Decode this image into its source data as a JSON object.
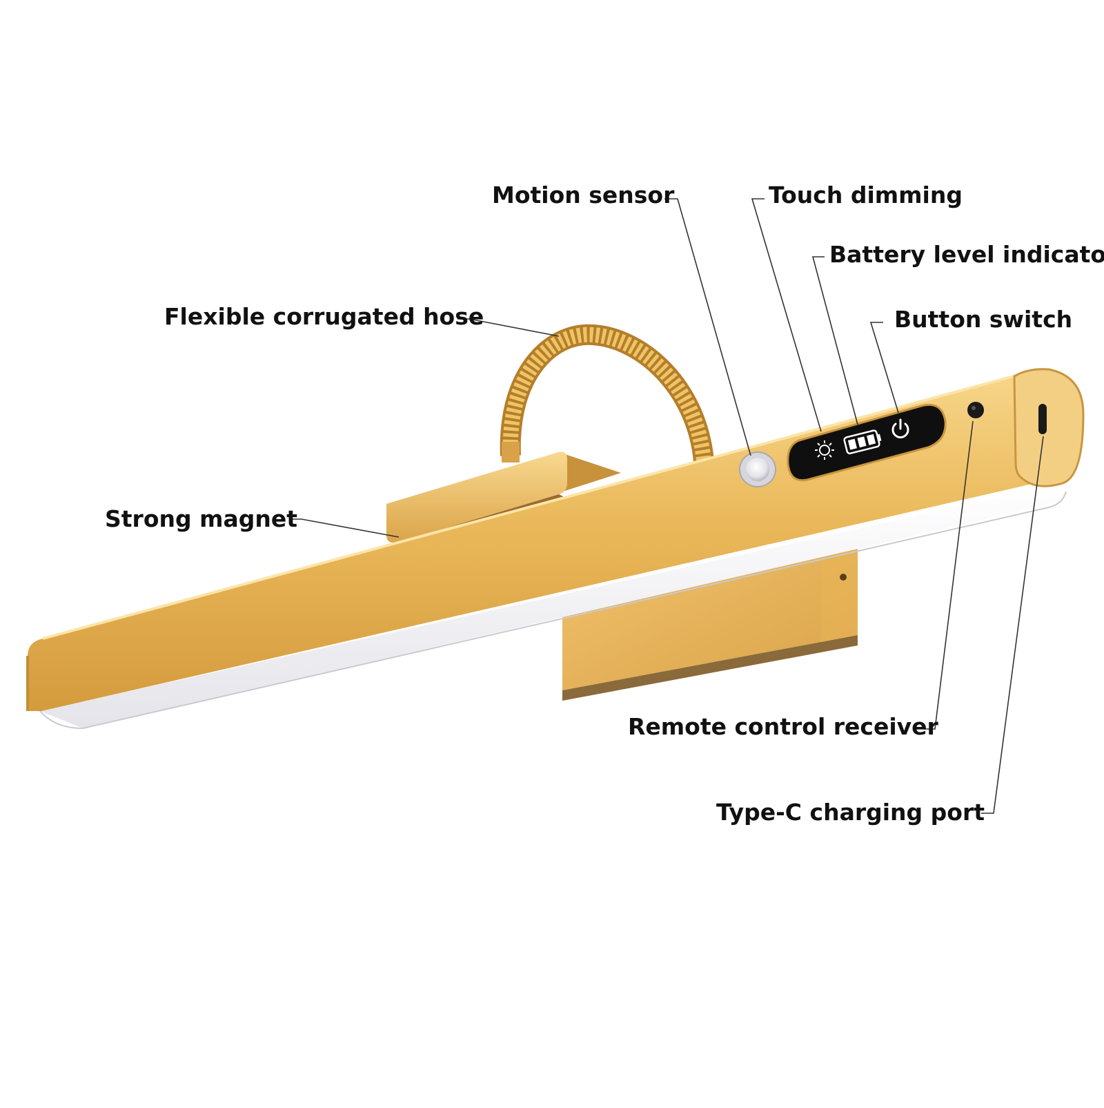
{
  "colors": {
    "background": "#ffffff",
    "gold_light": "#f2c76a",
    "gold_mid": "#e2ad4c",
    "gold_dark": "#b88431",
    "panel_black": "#141414",
    "diffuser": "#f4f4f6",
    "leader_line": "#333333"
  },
  "callouts": {
    "motion_sensor": "Motion sensor",
    "touch_dimming": "Touch dimming",
    "battery_level_indicator": "Battery level indicator",
    "button_switch": "Button switch",
    "flexible_corrugated_hose": "Flexible corrugated hose",
    "strong_magnet": "Strong magnet",
    "remote_control_receiver": "Remote control receiver",
    "type_c_charging_port": "Type-C charging port"
  },
  "icons": {
    "brightness": "sun-icon",
    "battery": "battery-icon",
    "power": "power-icon"
  }
}
